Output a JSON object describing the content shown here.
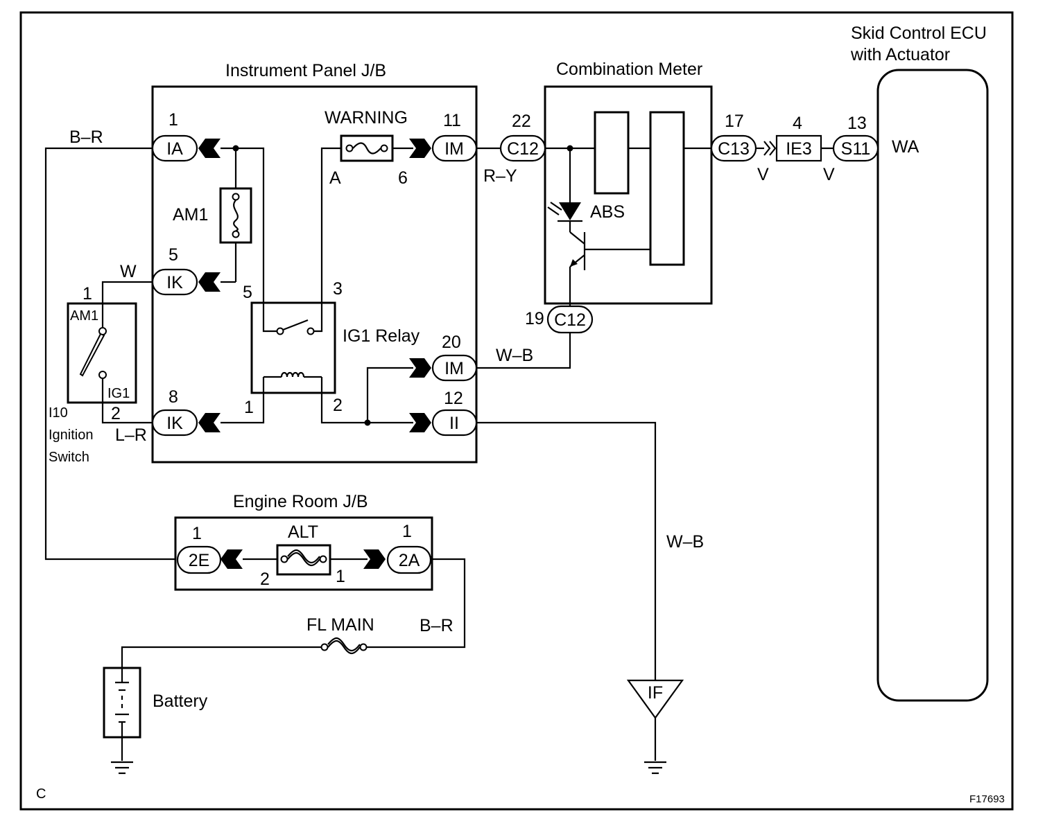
{
  "components": {
    "instrument_panel_jb": "Instrument Panel J/B",
    "combination_meter": "Combination Meter",
    "skid_ecu_line1": "Skid Control ECU",
    "skid_ecu_line2": "with Actuator",
    "engine_room_jb": "Engine Room J/B",
    "ig1_relay": "IG1 Relay",
    "battery": "Battery",
    "ignition_switch_code": "I10",
    "ignition_switch_line1": "Ignition",
    "ignition_switch_line2": "Switch"
  },
  "fuses": {
    "am1": "AM1",
    "warning": "WARNING",
    "alt": "ALT",
    "fl_main": "FL MAIN"
  },
  "labels": {
    "abs": "ABS",
    "wa": "WA",
    "switch_am1": "AM1",
    "switch_ig1": "IG1",
    "ground_if": "IF",
    "corner": "C",
    "figure_id": "F17693"
  },
  "connectors": {
    "ia": "IA",
    "ik": "IK",
    "im": "IM",
    "ii": "II",
    "c12": "C12",
    "c13": "C13",
    "ie3": "IE3",
    "s11": "S11",
    "e2": "2E",
    "a2": "2A"
  },
  "pins": {
    "ia": "1",
    "ik_top": "5",
    "ik_bottom": "8",
    "im_top": "11",
    "im_mid": "20",
    "ii": "12",
    "c12_top": "22",
    "c12_bottom": "19",
    "c13": "17",
    "ie3": "4",
    "s11": "13",
    "relay_5": "5",
    "relay_3": "3",
    "relay_1": "1",
    "relay_2": "2",
    "warning_a": "A",
    "warning_6": "6",
    "sw_1": "1",
    "sw_2": "2",
    "e2": "1",
    "a2": "1",
    "alt_2": "2",
    "alt_1": "1"
  },
  "wires": {
    "b_r_top": "B–R",
    "w": "W",
    "l_r": "L–R",
    "r_y": "R–Y",
    "v_1": "V",
    "v_2": "V",
    "w_b_meter": "W–B",
    "w_b_ground": "W–B",
    "b_r_bottom": "B–R"
  }
}
